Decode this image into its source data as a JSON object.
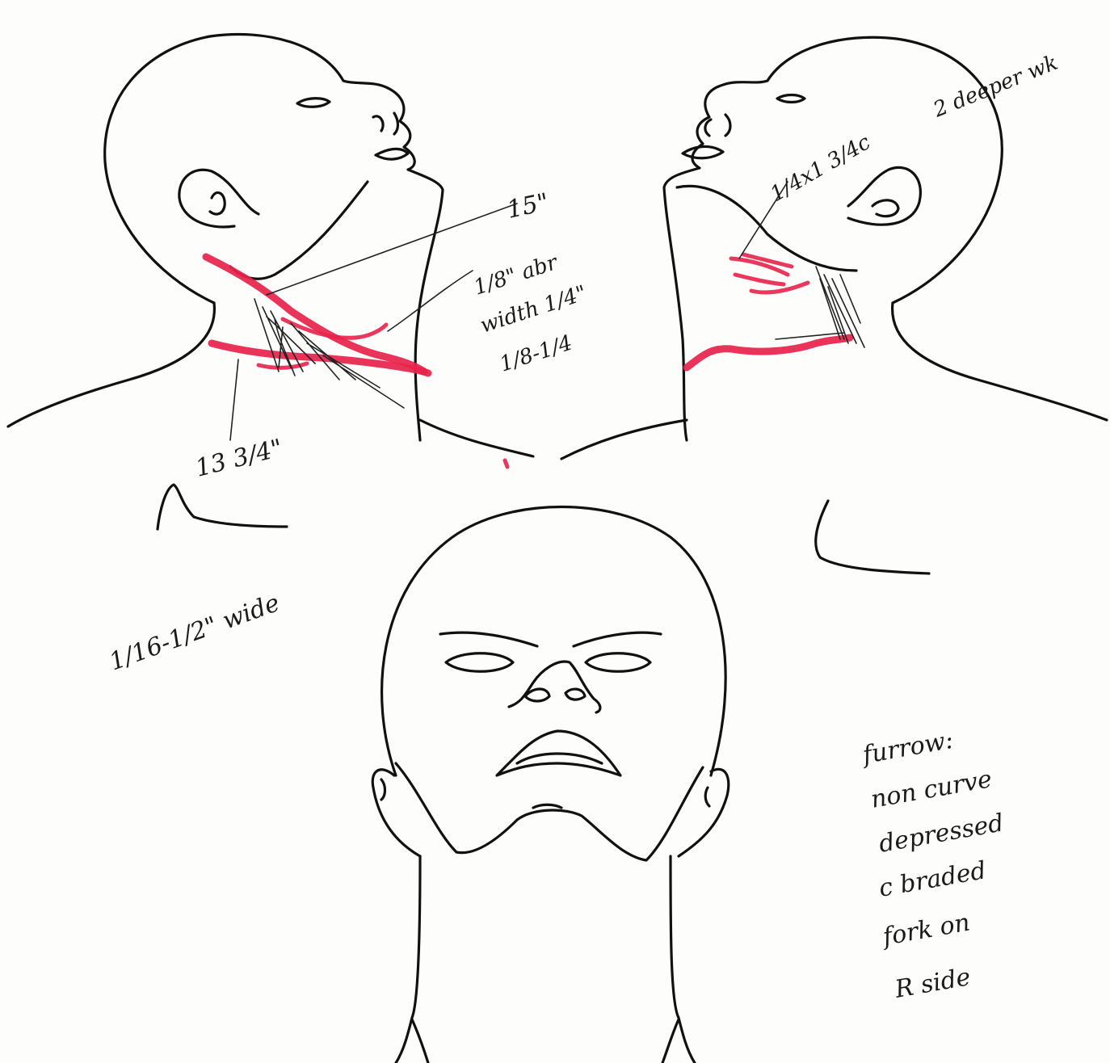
{
  "annotations": {
    "left_head": {
      "measure_top": "15\"",
      "measure_mid_line1": "1/8\" abr",
      "measure_mid_line2": "width 1/4\"",
      "measure_mid_line3": "1/8-1/4",
      "measure_bottom": "13 3/4\"",
      "measure_lower": "1/16-1/2\" wide"
    },
    "right_head": {
      "measure_top": "1/4x1 3/4c",
      "note_top_right": "2 deeper wk"
    },
    "notes_bottom_right": {
      "line1": "furrow:",
      "line2": "non curve",
      "line3": "depressed",
      "line4": "c braded",
      "line5": "fork on",
      "line6": "R side"
    }
  },
  "colors": {
    "ink": "#111111",
    "wound_marking": "#e8224a",
    "paper": "#fdfdfc"
  }
}
